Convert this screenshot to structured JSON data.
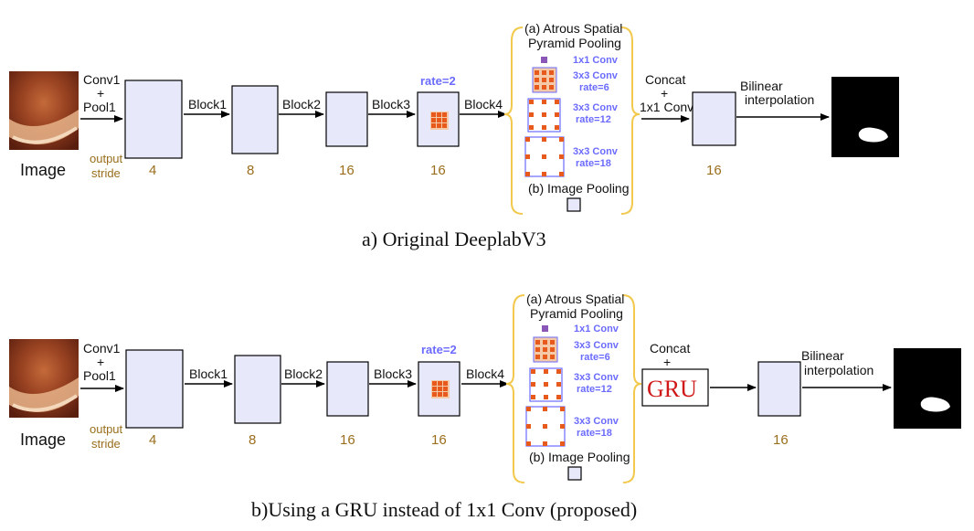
{
  "colors": {
    "block_fill": "#e8e8fb",
    "stride_text": "#9a6e1c",
    "aspp_text": "#6b6bff",
    "kernel_dot": "#e85a1b",
    "brace": "#f2c94c",
    "gru_text": "#d01818"
  },
  "panel_a": {
    "input_label": "Image",
    "conv1": "Conv1",
    "plus": "+",
    "pool1": "Pool1",
    "output": "output",
    "stride": "stride",
    "block1": "Block1",
    "block2": "Block2",
    "block3": "Block3",
    "block4": "Block4",
    "rate": "rate=2",
    "strides": [
      "4",
      "8",
      "16",
      "16",
      "16"
    ],
    "aspp_title_1": "(a) Atrous Spatial",
    "aspp_title_2": "Pyramid Pooling",
    "conv_1x1": "1x1 Conv",
    "conv_3x3": "3x3 Conv",
    "rate_6": "rate=6",
    "rate_12": "rate=12",
    "rate_18": "rate=18",
    "image_pooling": "(b) Image Pooling",
    "concat": "Concat",
    "concat_plus": "+",
    "conv_1x1_label": "1x1 Conv",
    "bilinear": "Bilinear",
    "interpolation": "interpolation",
    "caption": "a) Original DeeplabV3"
  },
  "panel_b": {
    "input_label": "Image",
    "conv1": "Conv1",
    "plus": "+",
    "pool1": "Pool1",
    "output": "output",
    "stride": "stride",
    "block1": "Block1",
    "block2": "Block2",
    "block3": "Block3",
    "block4": "Block4",
    "rate": "rate=2",
    "strides": [
      "4",
      "8",
      "16",
      "16",
      "16"
    ],
    "aspp_title_1": "(a) Atrous Spatial",
    "aspp_title_2": "Pyramid Pooling",
    "conv_1x1": "1x1 Conv",
    "conv_3x3": "3x3 Conv",
    "rate_6": "rate=6",
    "rate_12": "rate=12",
    "rate_18": "rate=18",
    "image_pooling": "(b) Image Pooling",
    "concat": "Concat",
    "concat_plus": "+",
    "gru": "GRU",
    "bilinear": "Bilinear",
    "interpolation": "interpolation",
    "caption": "b)Using a GRU instead of 1x1 Conv (proposed)"
  }
}
